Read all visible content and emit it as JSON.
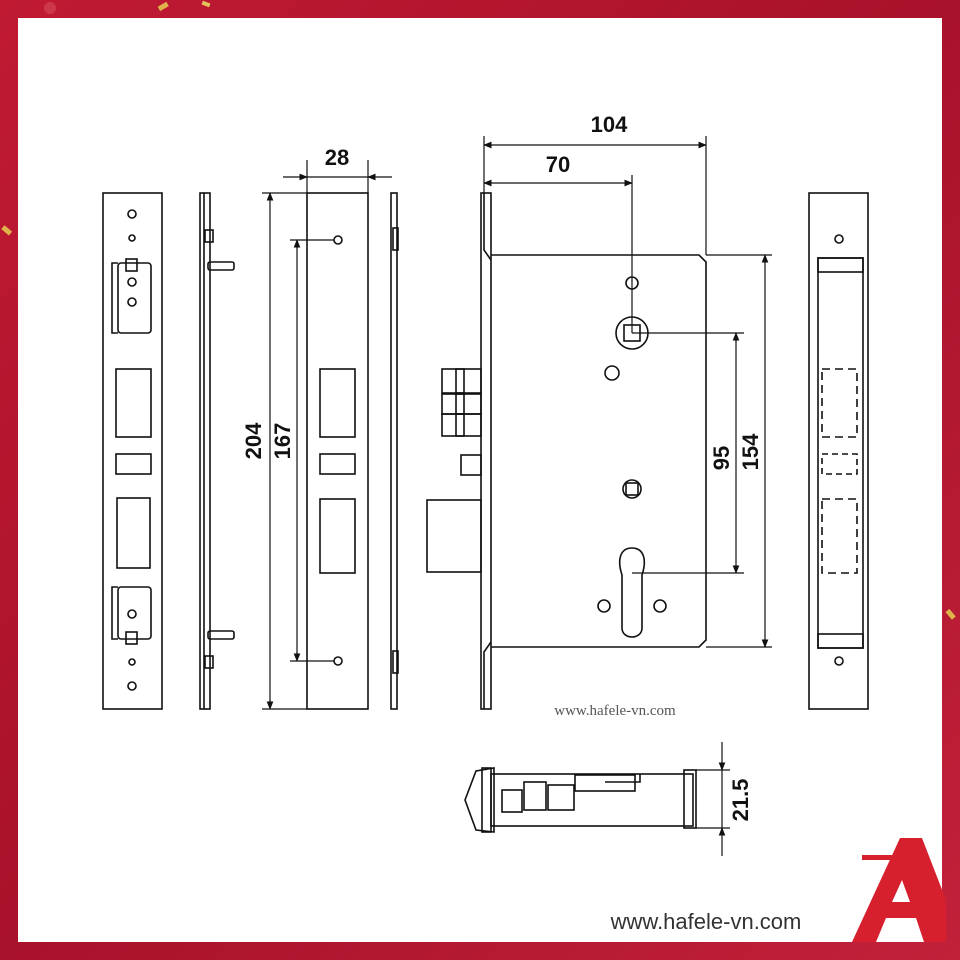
{
  "diagram": {
    "dimensions": {
      "faceplate_width": "28",
      "faceplate_length": "204",
      "screw_spacing": "167",
      "backset_total": "104",
      "backset": "70",
      "center_distance": "95",
      "case_height": "154",
      "thickness": "21.5"
    },
    "watermark_inner": "www.hafele-vn.com",
    "watermark_footer": "www.hafele-vn.com"
  },
  "colors": {
    "frame": "#b3162c",
    "line": "#111111",
    "logo": "#d6202e"
  },
  "logo": {
    "icon": "hafele-a-logo-icon"
  }
}
